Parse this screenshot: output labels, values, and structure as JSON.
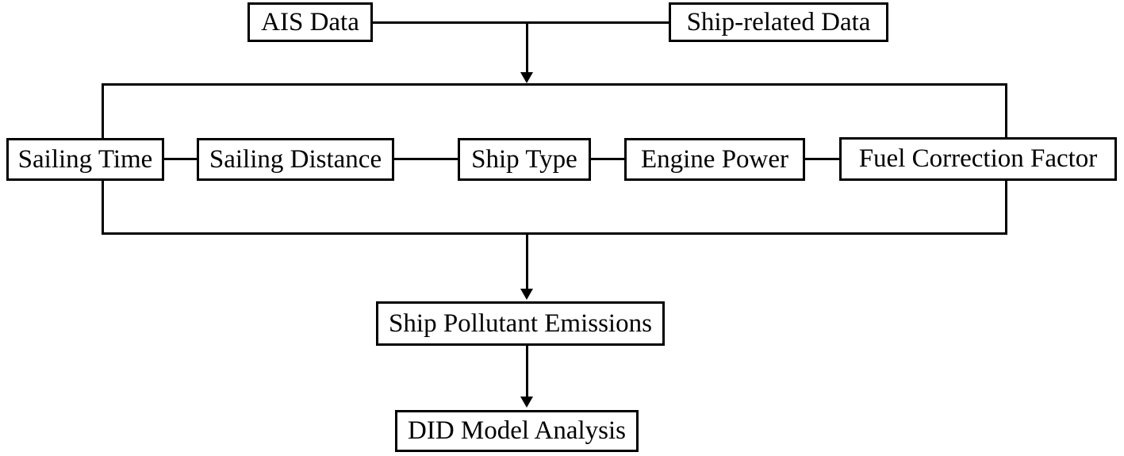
{
  "colors": {
    "background": "#ffffff",
    "line": "#000000",
    "box_fill": "#ffffff",
    "text": "#000000"
  },
  "nodes": {
    "ais_data": {
      "label": "AIS Data"
    },
    "ship_related_data": {
      "label": "Ship-related Data"
    },
    "sailing_time": {
      "label": "Sailing Time"
    },
    "sailing_distance": {
      "label": "Sailing Distance"
    },
    "ship_type": {
      "label": "Ship Type"
    },
    "engine_power": {
      "label": "Engine Power"
    },
    "fuel_correction_factor": {
      "label": "Fuel Correction Factor"
    },
    "ship_pollutant_emissions": {
      "label": "Ship Pollutant Emissions"
    },
    "did_model_analysis": {
      "label": "DID Model Analysis"
    }
  },
  "edges": [
    {
      "from": "ais_data",
      "to": "factors_group",
      "type": "arrow"
    },
    {
      "from": "ship_related_data",
      "to": "factors_group",
      "type": "arrow"
    },
    {
      "from": "sailing_time",
      "to": "sailing_distance",
      "type": "line"
    },
    {
      "from": "sailing_distance",
      "to": "ship_type",
      "type": "line"
    },
    {
      "from": "ship_type",
      "to": "engine_power",
      "type": "line"
    },
    {
      "from": "engine_power",
      "to": "fuel_correction_factor",
      "type": "line"
    },
    {
      "from": "factors_group",
      "to": "ship_pollutant_emissions",
      "type": "arrow"
    },
    {
      "from": "ship_pollutant_emissions",
      "to": "did_model_analysis",
      "type": "arrow"
    }
  ]
}
